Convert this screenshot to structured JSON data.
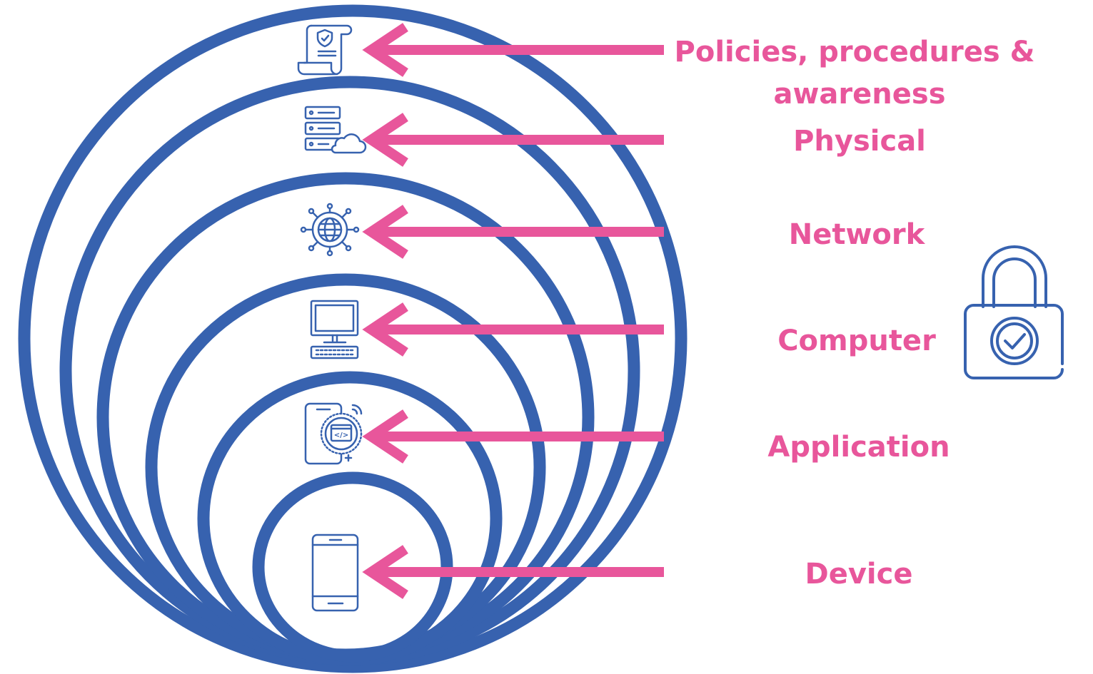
{
  "colors": {
    "ring": "#3762AF",
    "arrow": "#E8569B",
    "label": "#E8569B",
    "icon": "#3762AF",
    "background": "#FFFFFF"
  },
  "layers": [
    {
      "id": "policies",
      "label_lines": [
        "Policies, procedures &",
        "awareness"
      ],
      "icon": "policy-document-icon"
    },
    {
      "id": "physical",
      "label_lines": [
        "Physical"
      ],
      "icon": "server-cloud-icon"
    },
    {
      "id": "network",
      "label_lines": [
        "Network"
      ],
      "icon": "network-globe-icon"
    },
    {
      "id": "computer",
      "label_lines": [
        "Computer"
      ],
      "icon": "desktop-computer-icon"
    },
    {
      "id": "application",
      "label_lines": [
        "Application"
      ],
      "icon": "mobile-app-code-icon"
    },
    {
      "id": "device",
      "label_lines": [
        "Device"
      ],
      "icon": "smartphone-icon"
    }
  ],
  "badge_icon": "padlock-check-icon"
}
